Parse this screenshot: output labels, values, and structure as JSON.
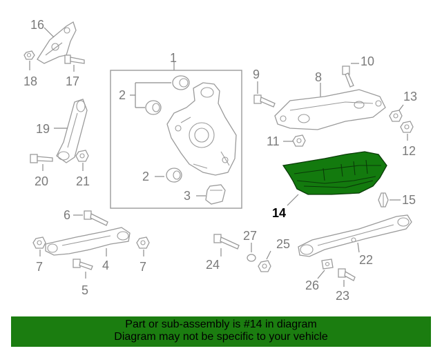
{
  "callouts": {
    "c1": "1",
    "c2a": "2",
    "c2b": "2",
    "c3": "3",
    "c4": "4",
    "c5": "5",
    "c6": "6",
    "c7a": "7",
    "c7b": "7",
    "c8": "8",
    "c9": "9",
    "c10": "10",
    "c11": "11",
    "c12": "12",
    "c13": "13",
    "c14": "14",
    "c15": "15",
    "c16": "16",
    "c17": "17",
    "c18": "18",
    "c19": "19",
    "c20": "20",
    "c21": "21",
    "c22": "22",
    "c23": "23",
    "c24": "24",
    "c25": "25",
    "c26": "26",
    "c27": "27"
  },
  "highlighted_part": "14",
  "colors": {
    "highlight": "#137a0e",
    "banner": "#1b7d10",
    "line_art": "#9a9a9a"
  },
  "banner": {
    "line1": "Part or sub-assembly is #14 in diagram",
    "line2": "Diagram may not be specific to your vehicle"
  }
}
